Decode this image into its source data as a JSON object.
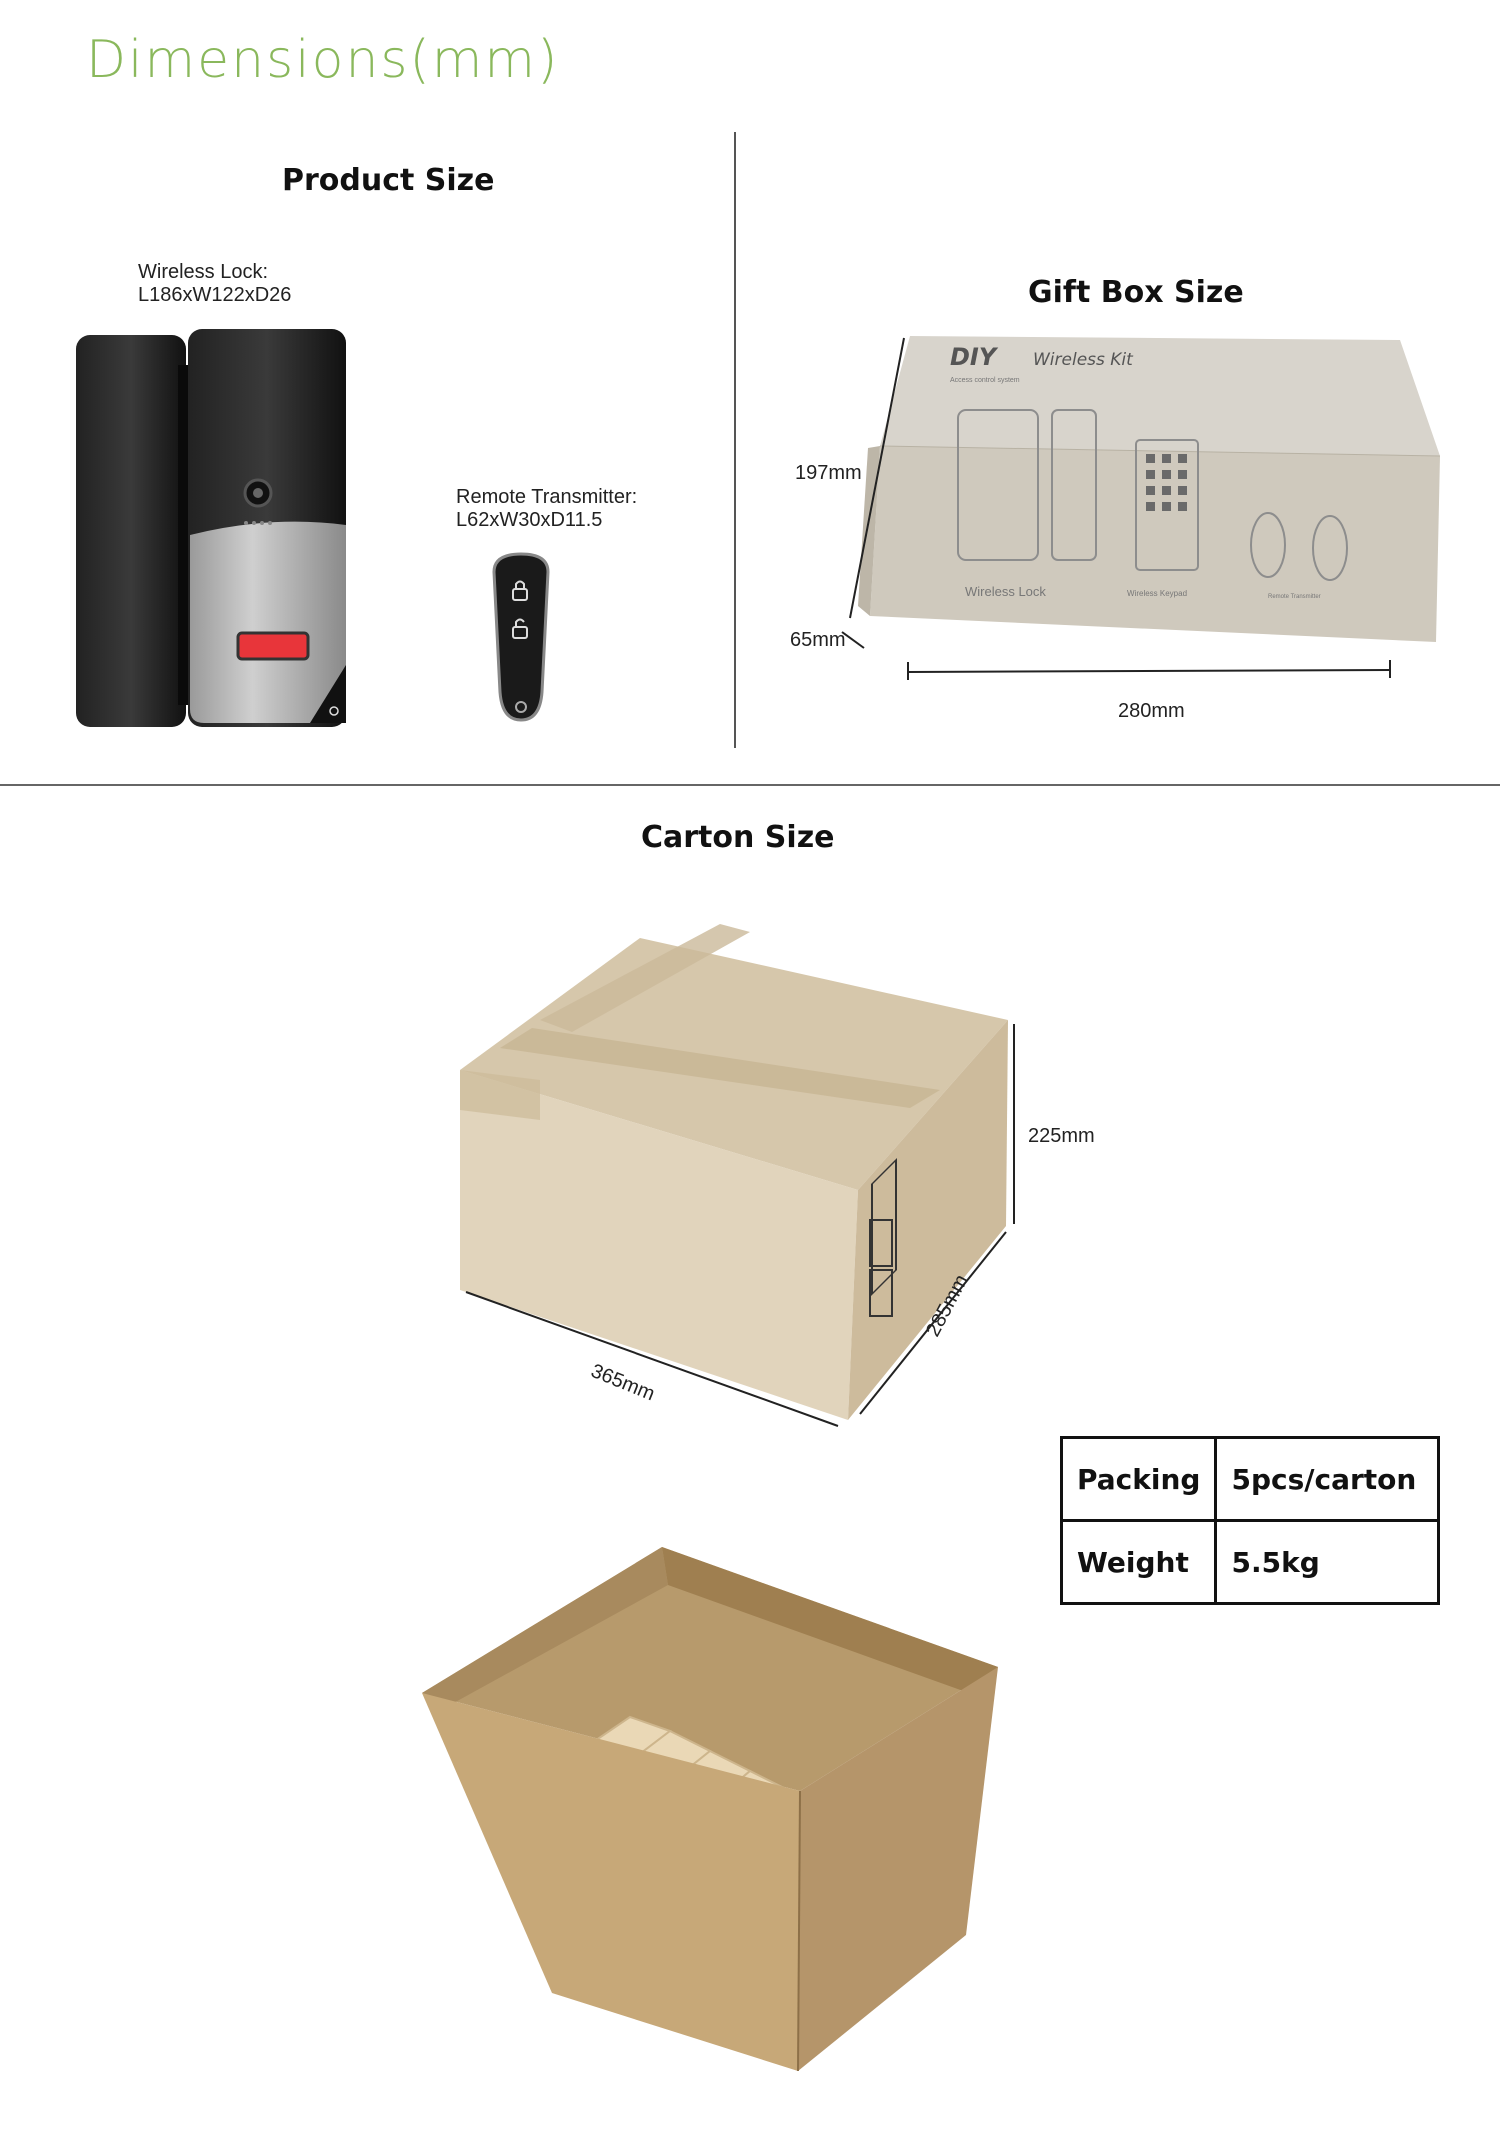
{
  "page_title": "Dimensions(mm)",
  "product": {
    "heading": "Product Size",
    "lock_label_1": "Wireless Lock:",
    "lock_label_2": "L186xW122xD26",
    "remote_label_1": "Remote Transmitter:",
    "remote_label_2": "L62xW30xD11.5"
  },
  "gift_box": {
    "heading": "Gift Box Size",
    "height": "197mm",
    "depth": "65mm",
    "length": "280mm",
    "print_brand": "DIY",
    "print_title": "Wireless Kit",
    "print_subtitle": "Access control system",
    "print_lock": "Wireless Lock",
    "print_keypad": "Wireless Keypad",
    "print_remote": "Remote Transmitter"
  },
  "carton": {
    "heading": "Carton Size",
    "height": "225mm",
    "width": "285mm",
    "length": "365mm"
  },
  "spec_table": {
    "rows": [
      {
        "key": "Packing",
        "value": "5pcs/carton"
      },
      {
        "key": "Weight",
        "value": "5.5kg"
      }
    ]
  },
  "colors": {
    "title_green": "#8ab85c",
    "cardboard_light": "#d9cbb0",
    "cardboard_dark": "#a88a5e",
    "lock_button_red": "#e8353a"
  },
  "icons": [
    "lock-icon",
    "unlock-icon"
  ]
}
